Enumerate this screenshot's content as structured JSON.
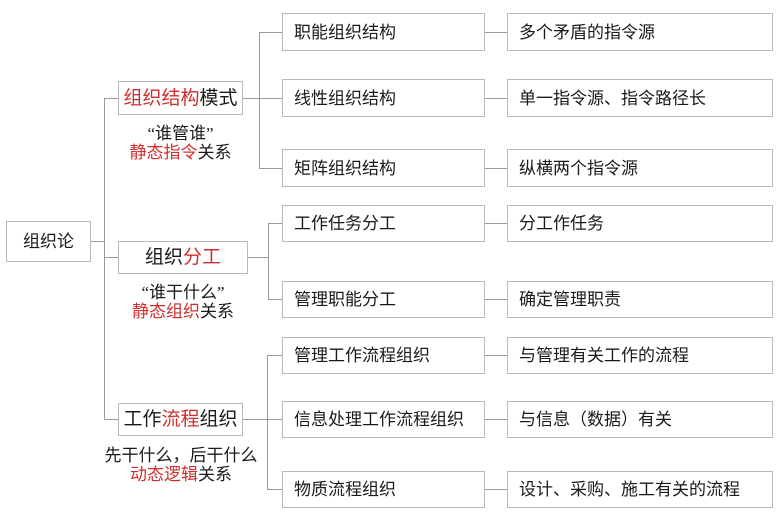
{
  "diagram": {
    "title": "组织论",
    "accent_color": "#cf2f2f",
    "line_color": "#9a9a9a",
    "border_color": "#b9b9b9",
    "background_color": "#ffffff"
  },
  "root": {
    "label": "组织论"
  },
  "branches": [
    {
      "id": "branch-1",
      "title_parts": [
        {
          "text": "组织结构",
          "color": "red"
        },
        {
          "text": "模式",
          "color": "black"
        }
      ],
      "title_plain": "组织结构模式",
      "caption_line1": "“谁管谁”",
      "caption_line2_parts": [
        {
          "text": "静态指令",
          "color": "red"
        },
        {
          "text": "关系",
          "color": "black"
        }
      ],
      "caption_line2_plain": "静态指令关系",
      "children": [
        {
          "label": "职能组织结构",
          "detail": "多个矛盾的指令源"
        },
        {
          "label": "线性组织结构",
          "detail": "单一指令源、指令路径长"
        },
        {
          "label": "矩阵组织结构",
          "detail": "纵横两个指令源"
        }
      ]
    },
    {
      "id": "branch-2",
      "title_parts": [
        {
          "text": "组织",
          "color": "black"
        },
        {
          "text": "分工",
          "color": "red"
        }
      ],
      "title_plain": "组织分工",
      "caption_line1": "“谁干什么”",
      "caption_line2_parts": [
        {
          "text": "静态组织",
          "color": "red"
        },
        {
          "text": "关系",
          "color": "black"
        }
      ],
      "caption_line2_plain": "静态组织关系",
      "children": [
        {
          "label": "工作任务分工",
          "detail": "分工作任务"
        },
        {
          "label": "管理职能分工",
          "detail": "确定管理职责"
        }
      ]
    },
    {
      "id": "branch-3",
      "title_parts": [
        {
          "text": "工作",
          "color": "black"
        },
        {
          "text": "流程",
          "color": "red"
        },
        {
          "text": "组织",
          "color": "black"
        }
      ],
      "title_plain": "工作流程组织",
      "caption_line1": "先干什么，后干什么",
      "caption_line2_parts": [
        {
          "text": "动态逻辑",
          "color": "red"
        },
        {
          "text": "关系",
          "color": "black"
        }
      ],
      "caption_line2_plain": "动态逻辑关系",
      "children": [
        {
          "label": "管理工作流程组织",
          "detail": "与管理有关工作的流程"
        },
        {
          "label": "信息处理工作流程组织",
          "detail": "与信息（数据）有关"
        },
        {
          "label": "物质流程组织",
          "detail": "设计、采购、施工有关的流程"
        }
      ]
    }
  ]
}
